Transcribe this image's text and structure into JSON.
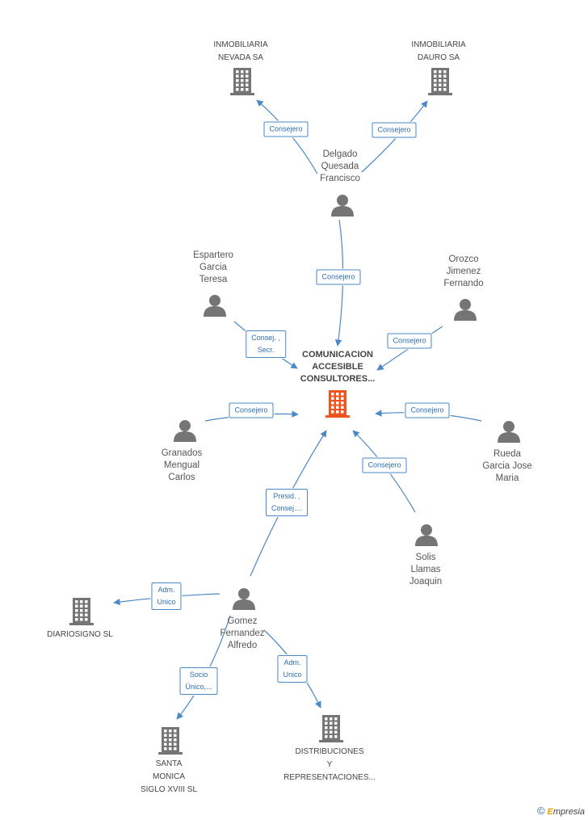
{
  "colors": {
    "edge": "#4a88c8",
    "node_gray": "#757575",
    "center_orange": "#f0541e",
    "edge_label_text": "#2f6fb0"
  },
  "center": {
    "id": "comunicacion",
    "lines": [
      "COMUNICACION",
      "ACCESIBLE",
      "CONSULTORES..."
    ],
    "icon": "building-icon"
  },
  "nodes": [
    {
      "id": "inmob-nevada",
      "type": "company",
      "lines": [
        "INMOBILIARIA",
        "NEVADA SA"
      ],
      "icon": "building-icon"
    },
    {
      "id": "inmob-dauro",
      "type": "company",
      "lines": [
        "INMOBILIARIA",
        "DAURO SA"
      ],
      "icon": "building-icon"
    },
    {
      "id": "delgado",
      "type": "person",
      "lines": [
        "Delgado",
        "Quesada",
        "Francisco"
      ],
      "icon": "person-icon"
    },
    {
      "id": "espartero",
      "type": "person",
      "lines": [
        "Espartero",
        "Garcia",
        "Teresa"
      ],
      "icon": "person-icon"
    },
    {
      "id": "orozco",
      "type": "person",
      "lines": [
        "Orozco",
        "Jimenez",
        "Fernando"
      ],
      "icon": "person-icon"
    },
    {
      "id": "granados",
      "type": "person",
      "lines": [
        "Granados",
        "Mengual",
        "Carlos"
      ],
      "icon": "person-icon"
    },
    {
      "id": "rueda",
      "type": "person",
      "lines": [
        "Rueda",
        "Garcia Jose",
        "Maria"
      ],
      "icon": "person-icon"
    },
    {
      "id": "solis",
      "type": "person",
      "lines": [
        "Solis",
        "Llamas",
        "Joaquin"
      ],
      "icon": "person-icon"
    },
    {
      "id": "gomez",
      "type": "person",
      "lines": [
        "Gomez",
        "Fernandez",
        "Alfredo"
      ],
      "icon": "person-icon"
    },
    {
      "id": "diariosigno",
      "type": "company",
      "lines": [
        "DIARIOSIGNO SL"
      ],
      "icon": "building-icon"
    },
    {
      "id": "santa-monica",
      "type": "company",
      "lines": [
        "SANTA",
        "MONICA",
        "SIGLO XVIII SL"
      ],
      "icon": "building-icon"
    },
    {
      "id": "distribuciones",
      "type": "company",
      "lines": [
        "DISTRIBUCIONES",
        "Y",
        "REPRESENTACIONES..."
      ],
      "icon": "building-icon"
    }
  ],
  "edges": [
    {
      "from": "delgado",
      "to": "inmob-nevada",
      "label": [
        "Consejero"
      ]
    },
    {
      "from": "delgado",
      "to": "inmob-dauro",
      "label": [
        "Consejero"
      ]
    },
    {
      "from": "delgado",
      "to": "comunicacion",
      "label": [
        "Consejero"
      ]
    },
    {
      "from": "espartero",
      "to": "comunicacion",
      "label": [
        "Consej. ,",
        "Secr."
      ]
    },
    {
      "from": "orozco",
      "to": "comunicacion",
      "label": [
        "Consejero"
      ]
    },
    {
      "from": "granados",
      "to": "comunicacion",
      "label": [
        "Consejero"
      ]
    },
    {
      "from": "rueda",
      "to": "comunicacion",
      "label": [
        "Consejero"
      ]
    },
    {
      "from": "solis",
      "to": "comunicacion",
      "label": [
        "Consejero"
      ]
    },
    {
      "from": "gomez",
      "to": "comunicacion",
      "label": [
        "Presid. ,",
        "Consej...."
      ]
    },
    {
      "from": "gomez",
      "to": "diariosigno",
      "label": [
        "Adm.",
        "Unico"
      ]
    },
    {
      "from": "gomez",
      "to": "santa-monica",
      "label": [
        "Socio",
        "Único,..."
      ]
    },
    {
      "from": "gomez",
      "to": "distribuciones",
      "label": [
        "Adm.",
        "Unico"
      ]
    }
  ],
  "footer": {
    "copyright_symbol": "©",
    "brand_initial": "E",
    "brand_rest": "mpresia"
  }
}
